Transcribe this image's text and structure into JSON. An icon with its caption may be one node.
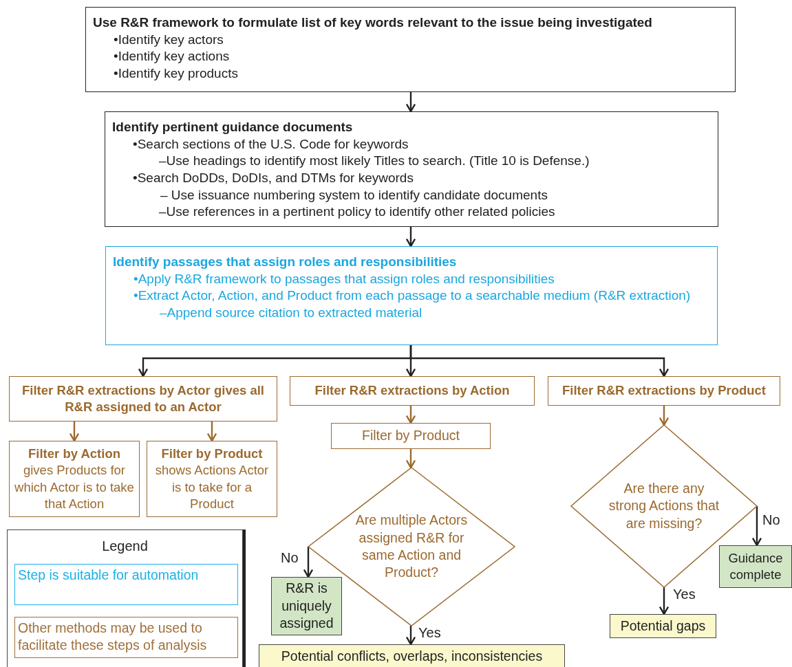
{
  "diagram": {
    "nodes": [
      {
        "text": [
          "Use R&R framework to formulate list of key words relevant to the issue being investigated",
          "•Identify key actors",
          "•Identify key actions",
          "•Identify key products"
        ]
      },
      {
        "text": [
          "Identify pertinent guidance documents",
          "•Search sections of the U.S. Code for keywords",
          "–Use headings to identify most likely Titles to search. (Title 10 is Defense.)",
          "•Search DoDDs, DoDIs, and DTMs for keywords",
          "– Use issuance numbering system to identify candidate documents",
          "–Use references in a pertinent policy to identify other related policies"
        ]
      },
      {
        "text": [
          "Identify passages that assign roles and responsibilities",
          "•Apply R&R framework to passages that assign roles and responsibilities",
          "•Extract Actor, Action, and Product from each passage to a searchable medium (R&R extraction)",
          "–Append source citation to extracted material"
        ]
      },
      {
        "text": [
          "Filter R&R extractions by Actor gives all R&R assigned to an Actor"
        ]
      },
      {
        "text": [
          "Filter by Action",
          "gives Products for which Actor is to take that Action"
        ]
      },
      {
        "text": [
          "Filter by Product",
          "shows Actions Actor is to take for a Product"
        ]
      },
      {
        "text": [
          "Filter R&R extractions by Action"
        ]
      },
      {
        "text": [
          "Filter by Product"
        ]
      },
      {
        "text": [
          "Are multiple Actors assigned R&R for same Action and Product?"
        ]
      },
      {
        "text": [
          "R&R is uniquely assigned"
        ]
      },
      {
        "text": [
          "Potential conflicts, overlaps, inconsistencies"
        ]
      },
      {
        "text": [
          "Filter R&R extractions by Product"
        ]
      },
      {
        "text": [
          "Are there any strong Actions that are missing?"
        ]
      },
      {
        "text": [
          "Guidance complete"
        ]
      },
      {
        "text": [
          "Potential gaps"
        ]
      }
    ],
    "edges": [
      {
        "from": 0,
        "to": 1,
        "arrow": "to"
      },
      {
        "from": 1,
        "to": 2,
        "arrow": "to"
      },
      {
        "from": 2,
        "to": 3,
        "arrow": "to"
      },
      {
        "from": 2,
        "to": 6,
        "arrow": "to"
      },
      {
        "from": 2,
        "to": 11,
        "arrow": "to"
      },
      {
        "from": 3,
        "to": 4,
        "arrow": "to",
        "color": "#9b6a2f"
      },
      {
        "from": 3,
        "to": 5,
        "arrow": "to",
        "color": "#9b6a2f"
      },
      {
        "from": 6,
        "to": 7,
        "arrow": "to",
        "color": "#9b6a2f"
      },
      {
        "from": 7,
        "to": 8,
        "arrow": "to",
        "color": "#9b6a2f"
      },
      {
        "from": 8,
        "to": 9,
        "arrow": "to",
        "label": "No"
      },
      {
        "from": 8,
        "to": 10,
        "arrow": "to",
        "label": "Yes"
      },
      {
        "from": 11,
        "to": 12,
        "arrow": "to",
        "color": "#9b6a2f"
      },
      {
        "from": 12,
        "to": 13,
        "arrow": "to",
        "label": "No"
      },
      {
        "from": 12,
        "to": 14,
        "arrow": "to",
        "label": "Yes"
      }
    ],
    "labels": [
      "Legend"
    ],
    "legend": [
      {
        "text": "Step is suitable for automation",
        "color": "#1ab0e8"
      },
      {
        "text": "Other methods may be used to facilitate these steps of analysis",
        "color": "#a0703a"
      }
    ]
  }
}
